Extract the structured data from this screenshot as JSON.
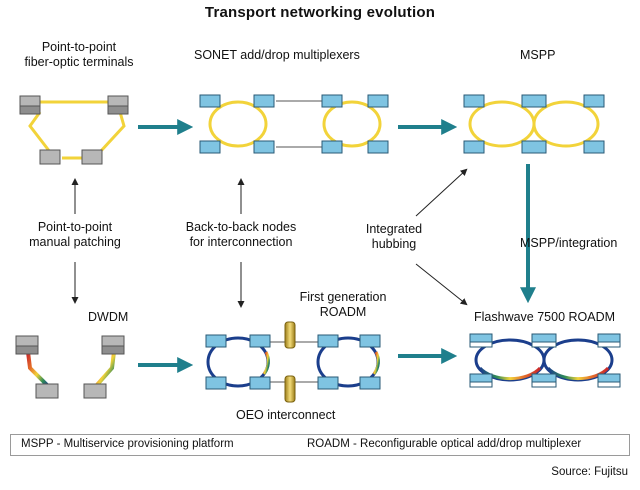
{
  "title": "Transport networking evolution",
  "labels": {
    "p2p_terminals_1": "Point-to-point",
    "p2p_terminals_2": "fiber-optic terminals",
    "sonet_adm": "SONET add/drop multiplexers",
    "mspp": "MSPP",
    "p2p_patching_1": "Point-to-point",
    "p2p_patching_2": "manual patching",
    "b2b_nodes_1": "Back-to-back nodes",
    "b2b_nodes_2": "for interconnection",
    "integrated_1": "Integrated",
    "integrated_2": "hubbing",
    "mspp_integration": "MSPP/integration",
    "dwdm": "DWDM",
    "first_gen_1": "First generation",
    "first_gen_2": "ROADM",
    "flashwave": "Flashwave 7500 ROADM",
    "oeo": "OEO interconnect"
  },
  "legend": {
    "mspp_def": "MSPP - Multiservice provisioning platform",
    "roadm_def": "ROADM - Reconfigurable optical add/drop multiplexer"
  },
  "source": "Source: Fujitsu",
  "colors": {
    "teal_arrow": "#1f7f8c",
    "node_blue": "#7fc4e2",
    "node_gray": "#b7b7b7",
    "yellow_ring": "#f2d33a",
    "navy_ring": "#1b3e8c",
    "coupler_gold": "#d4b23a"
  }
}
